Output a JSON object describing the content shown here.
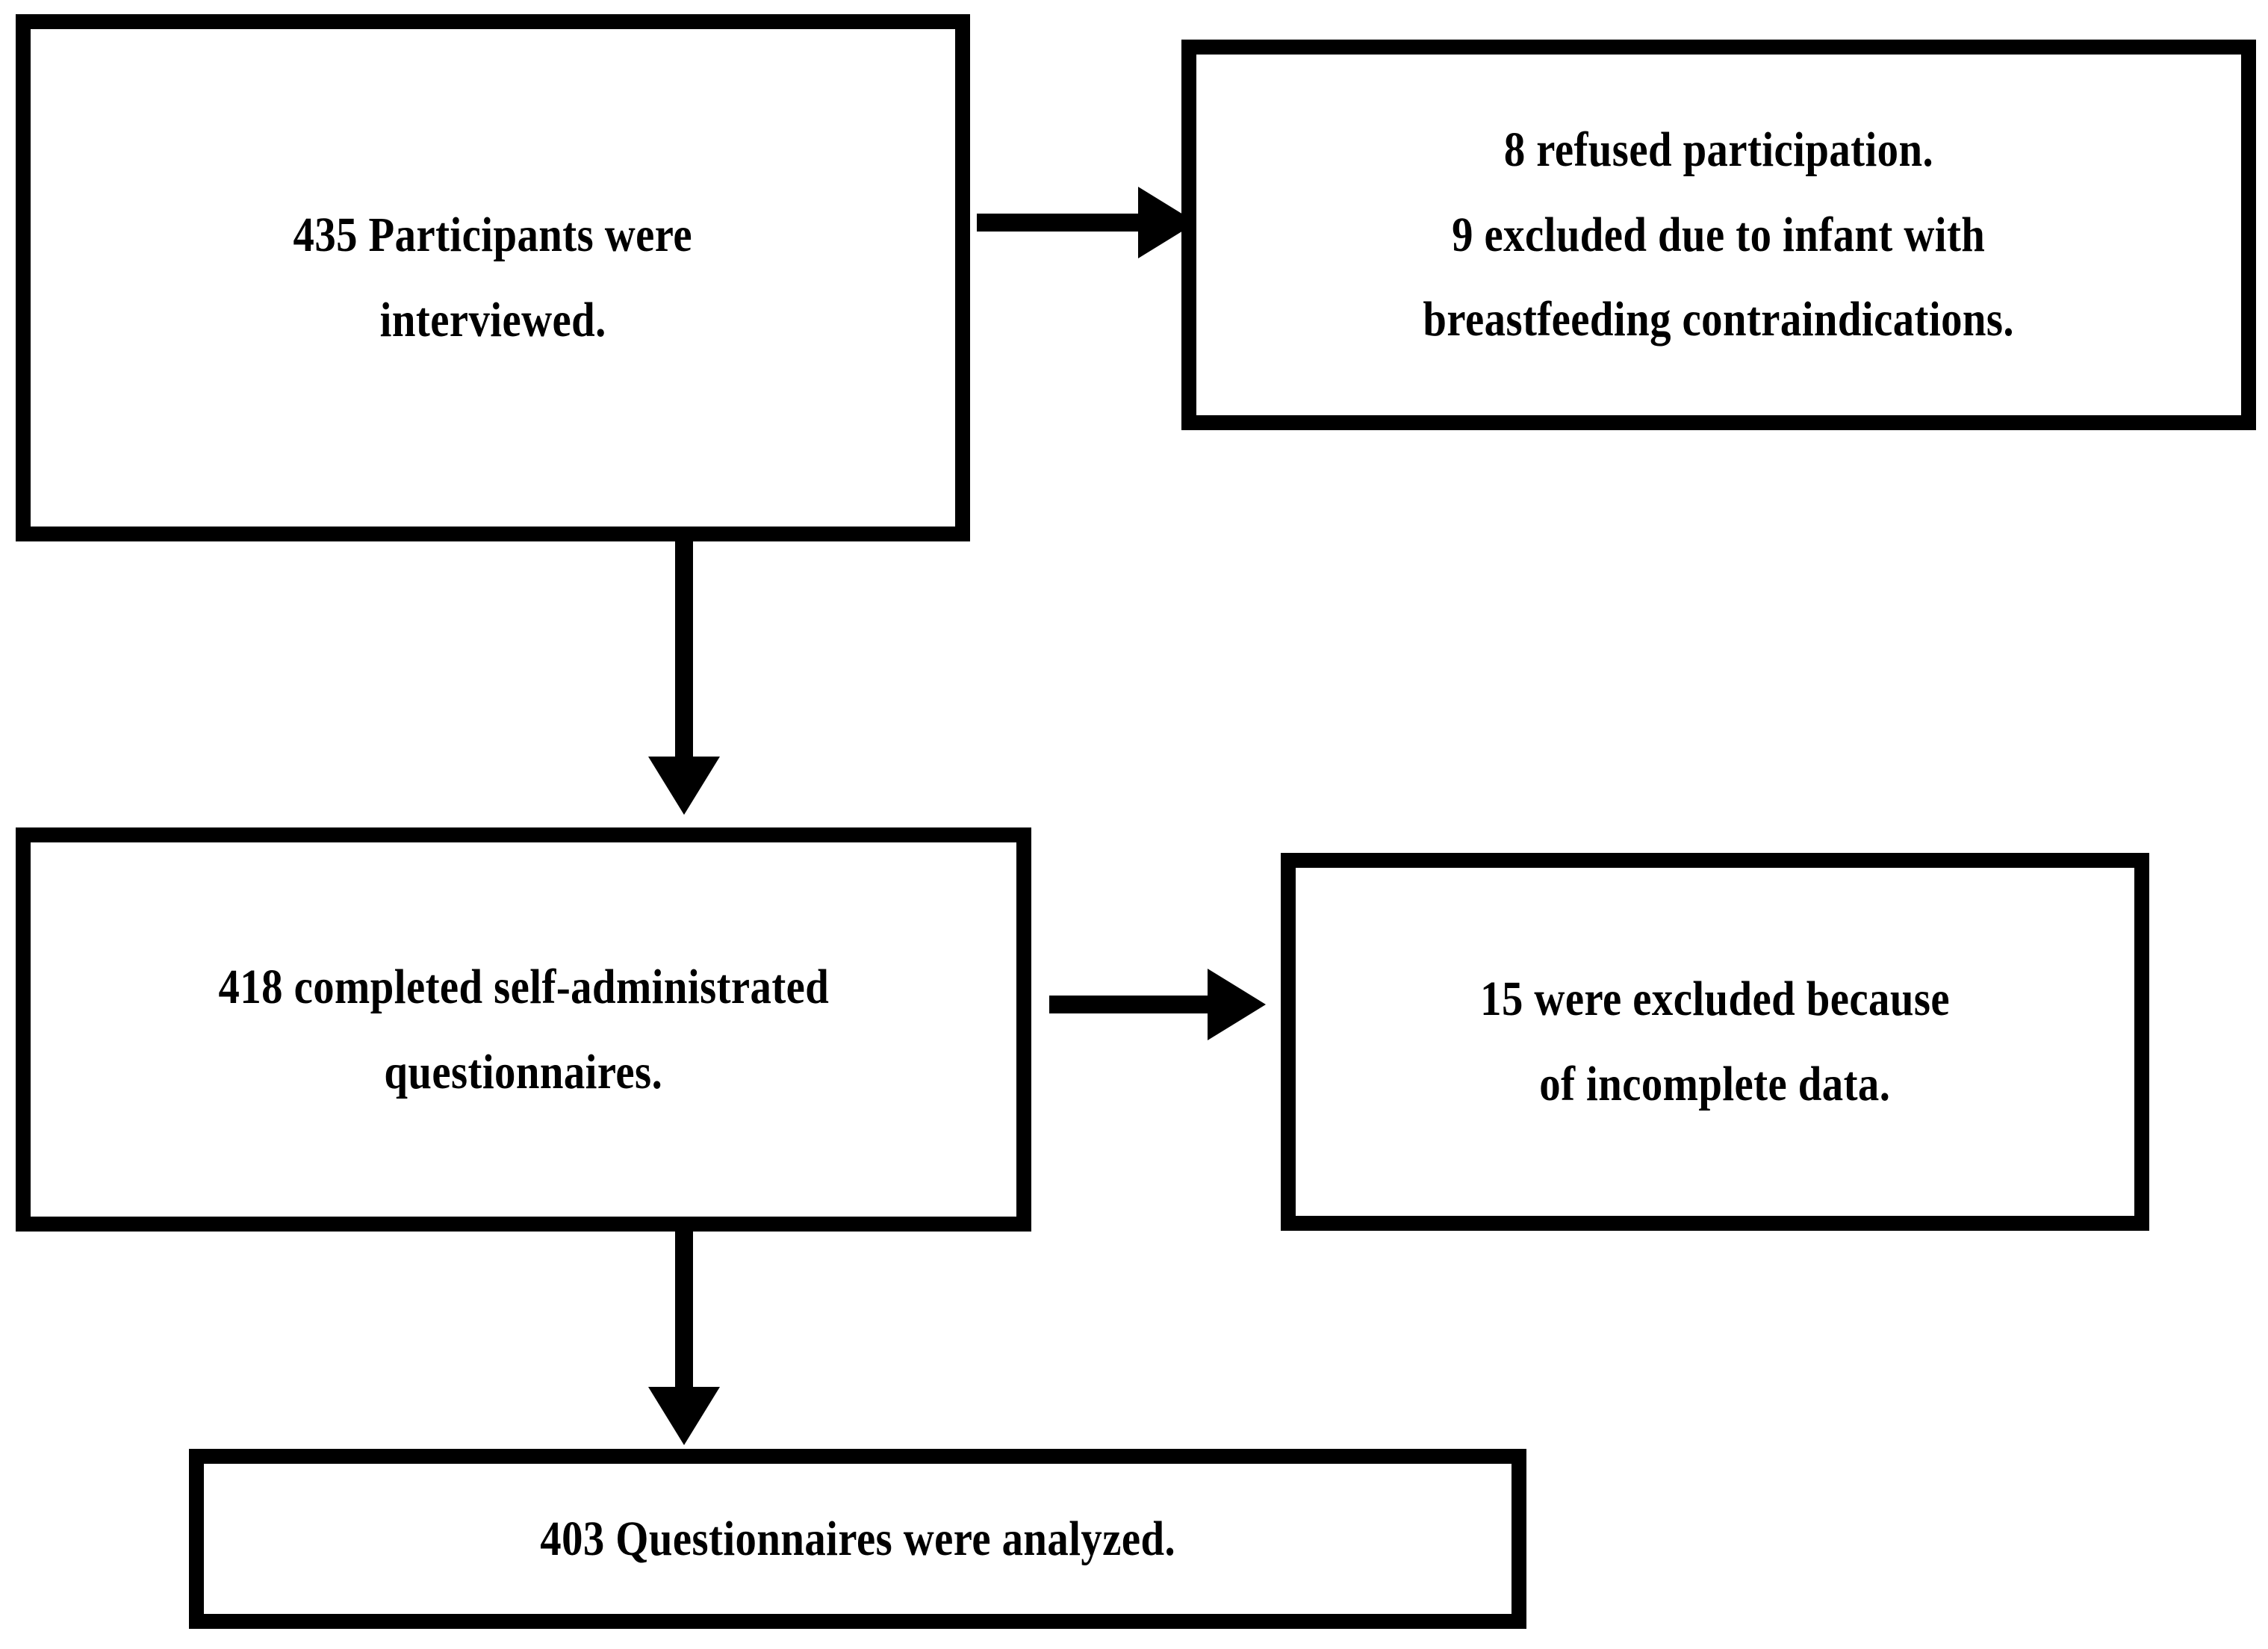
{
  "figure": {
    "type": "flowchart",
    "orientation": "top-to-bottom-with-side-exclusions",
    "colors": {
      "stroke": "#000000",
      "fill": "#ffffff",
      "text": "#000000"
    }
  },
  "nodes": {
    "interviewed": {
      "id": "interviewed",
      "lines": [
        "435 Participants were",
        "interviewed."
      ],
      "count": 435
    },
    "excluded_top": {
      "id": "excluded_top",
      "lines": [
        "8 refused participation.",
        "9 excluded due to infant with",
        "breastfeeding contraindications."
      ],
      "refused": 8,
      "excluded_contraindications": 9
    },
    "completed": {
      "id": "completed",
      "lines": [
        "418 completed self-administrated",
        "questionnaires."
      ],
      "count": 418
    },
    "excluded_mid": {
      "id": "excluded_mid",
      "lines": [
        "15 were excluded because",
        "of incomplete data."
      ],
      "count": 15
    },
    "analyzed": {
      "id": "analyzed",
      "lines": [
        "403 Questionnaires were analyzed."
      ],
      "count": 403
    }
  },
  "edges": [
    {
      "id": "interviewed-to-excluded-top",
      "from": "interviewed",
      "to": "excluded_top",
      "direction": "right",
      "label": ""
    },
    {
      "id": "interviewed-to-completed",
      "from": "interviewed",
      "to": "completed",
      "direction": "down",
      "label": ""
    },
    {
      "id": "completed-to-excluded-mid",
      "from": "completed",
      "to": "excluded_mid",
      "direction": "right",
      "label": ""
    },
    {
      "id": "completed-to-analyzed",
      "from": "completed",
      "to": "analyzed",
      "direction": "down",
      "label": ""
    }
  ]
}
